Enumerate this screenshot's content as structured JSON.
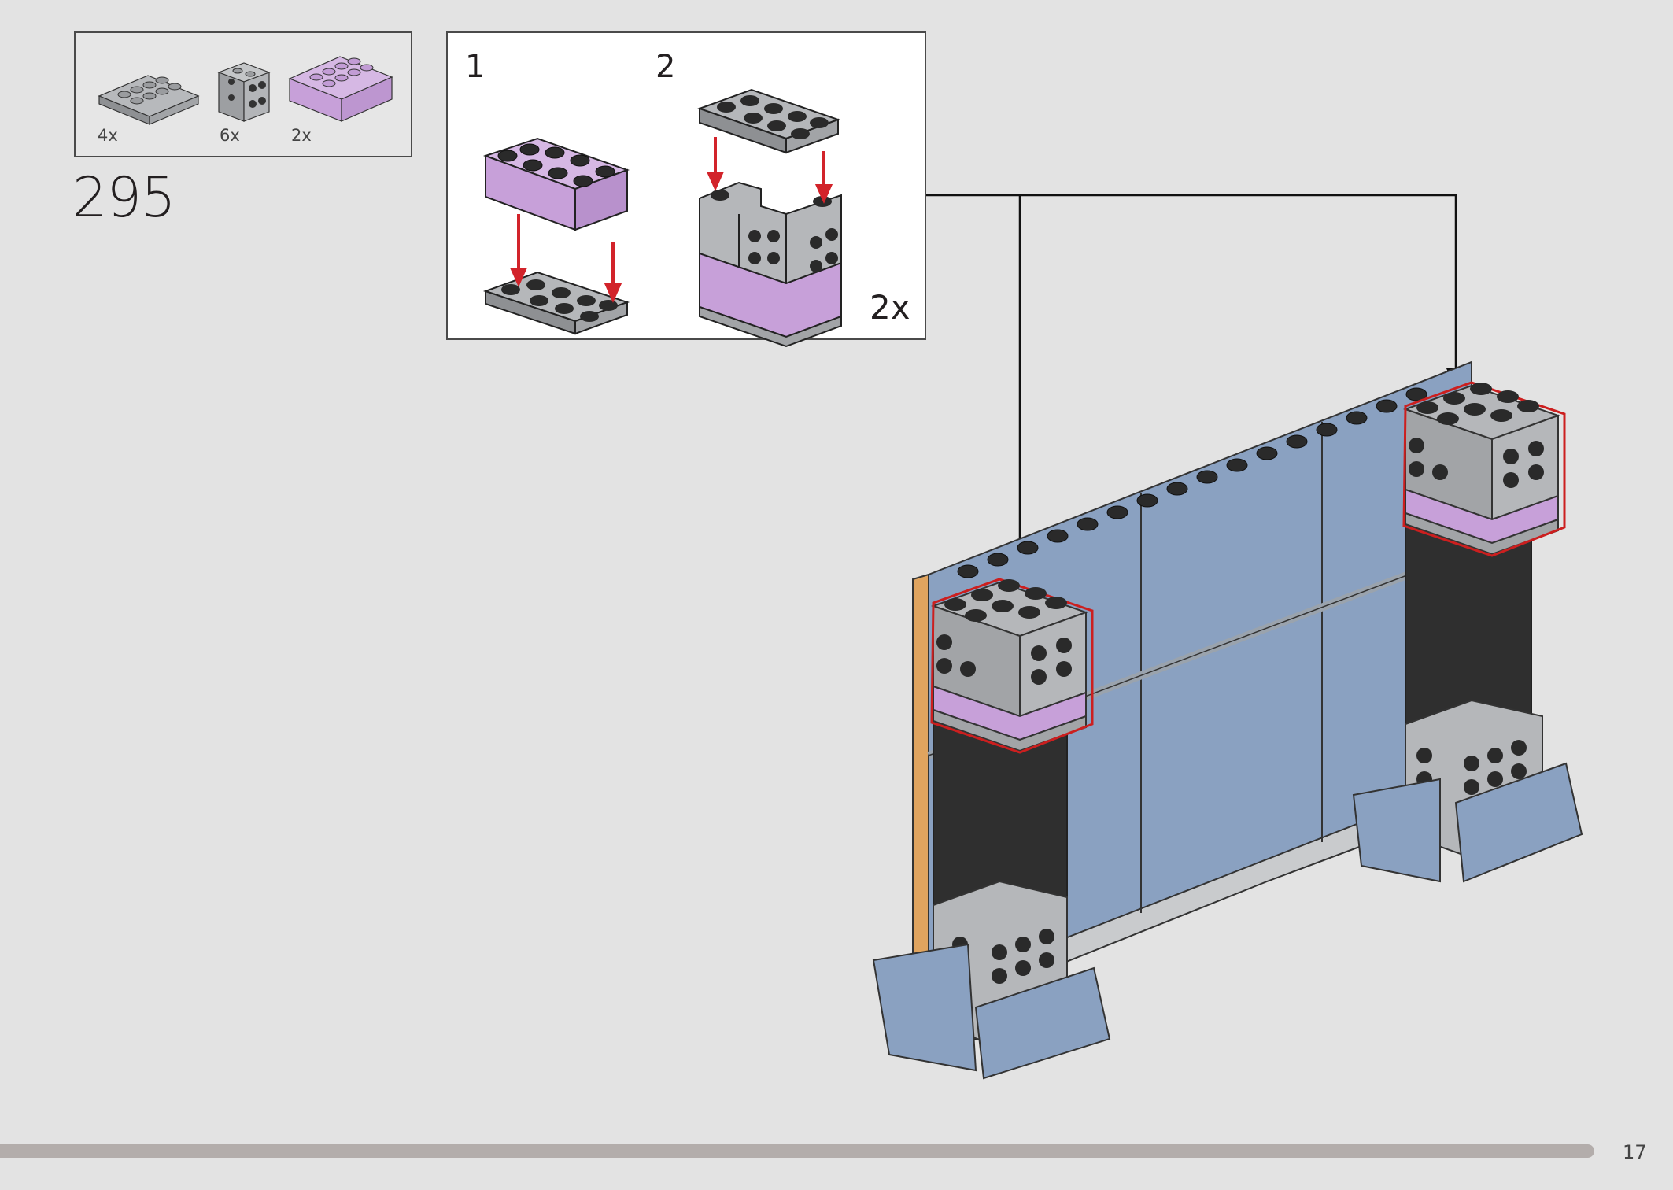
{
  "step": {
    "number": "295"
  },
  "parts_list": [
    {
      "name": "gray-plate-2x4",
      "count": "4x",
      "color": "#a7a9ac"
    },
    {
      "name": "gray-brick-1x1-studs-on-side",
      "count": "6x",
      "color": "#a7a9ac"
    },
    {
      "name": "lavender-brick-2x4",
      "count": "2x",
      "color": "#c8a2d8"
    }
  ],
  "substeps": [
    {
      "number": "1"
    },
    {
      "number": "2"
    }
  ],
  "substep_multiplier": "2x",
  "page": {
    "number": "17"
  },
  "colors": {
    "background": "#e3e3e3",
    "gray_brick": "#a7a9ac",
    "lavender": "#c8a2d8",
    "sand_blue": "#8aa1c1",
    "black": "#2a2a2a",
    "arrow_red": "#d2232a",
    "highlight_red": "#cc1f1f",
    "tan": "#e0a45f"
  }
}
